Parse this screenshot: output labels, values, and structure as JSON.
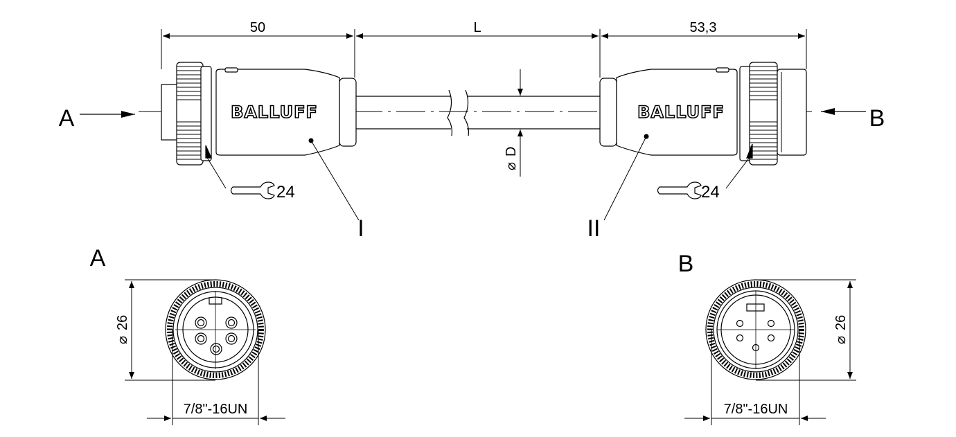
{
  "dimensions": {
    "left_length": "50",
    "cable_length": "L",
    "right_length": "53,3",
    "cable_diameter": "D",
    "diameter_symbol": "⌀",
    "wrench_left": "24",
    "wrench_right": "24",
    "face_diameter_a": "26",
    "face_diameter_b": "26",
    "thread_a": "7/8\"-16UN",
    "thread_b": "7/8\"-16UN"
  },
  "labels": {
    "end_a": "A",
    "end_b": "B",
    "connector_1": "I",
    "connector_2": "II",
    "view_a": "A",
    "view_b": "B"
  },
  "brand": {
    "left": "BALLUFF",
    "right": "BALLUFF"
  }
}
